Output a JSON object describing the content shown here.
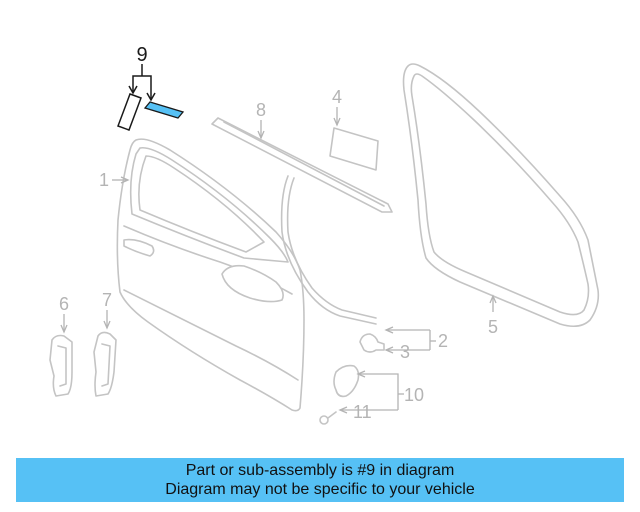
{
  "colors": {
    "banner_bg": "#56c1f5",
    "highlight_part": "#56c1f5",
    "part_outline": "#c4c4c4",
    "callout_text": "#b4b4b4",
    "active_callout": "#1a1a1a"
  },
  "callouts": {
    "c1": "1",
    "c2": "2",
    "c3": "3",
    "c4": "4",
    "c5": "5",
    "c6": "6",
    "c7": "7",
    "c8": "8",
    "c9": "9",
    "c10": "10",
    "c11": "11"
  },
  "banner": {
    "line1": "Part or sub-assembly is #9 in diagram",
    "line2": "Diagram may not be specific to your vehicle"
  }
}
